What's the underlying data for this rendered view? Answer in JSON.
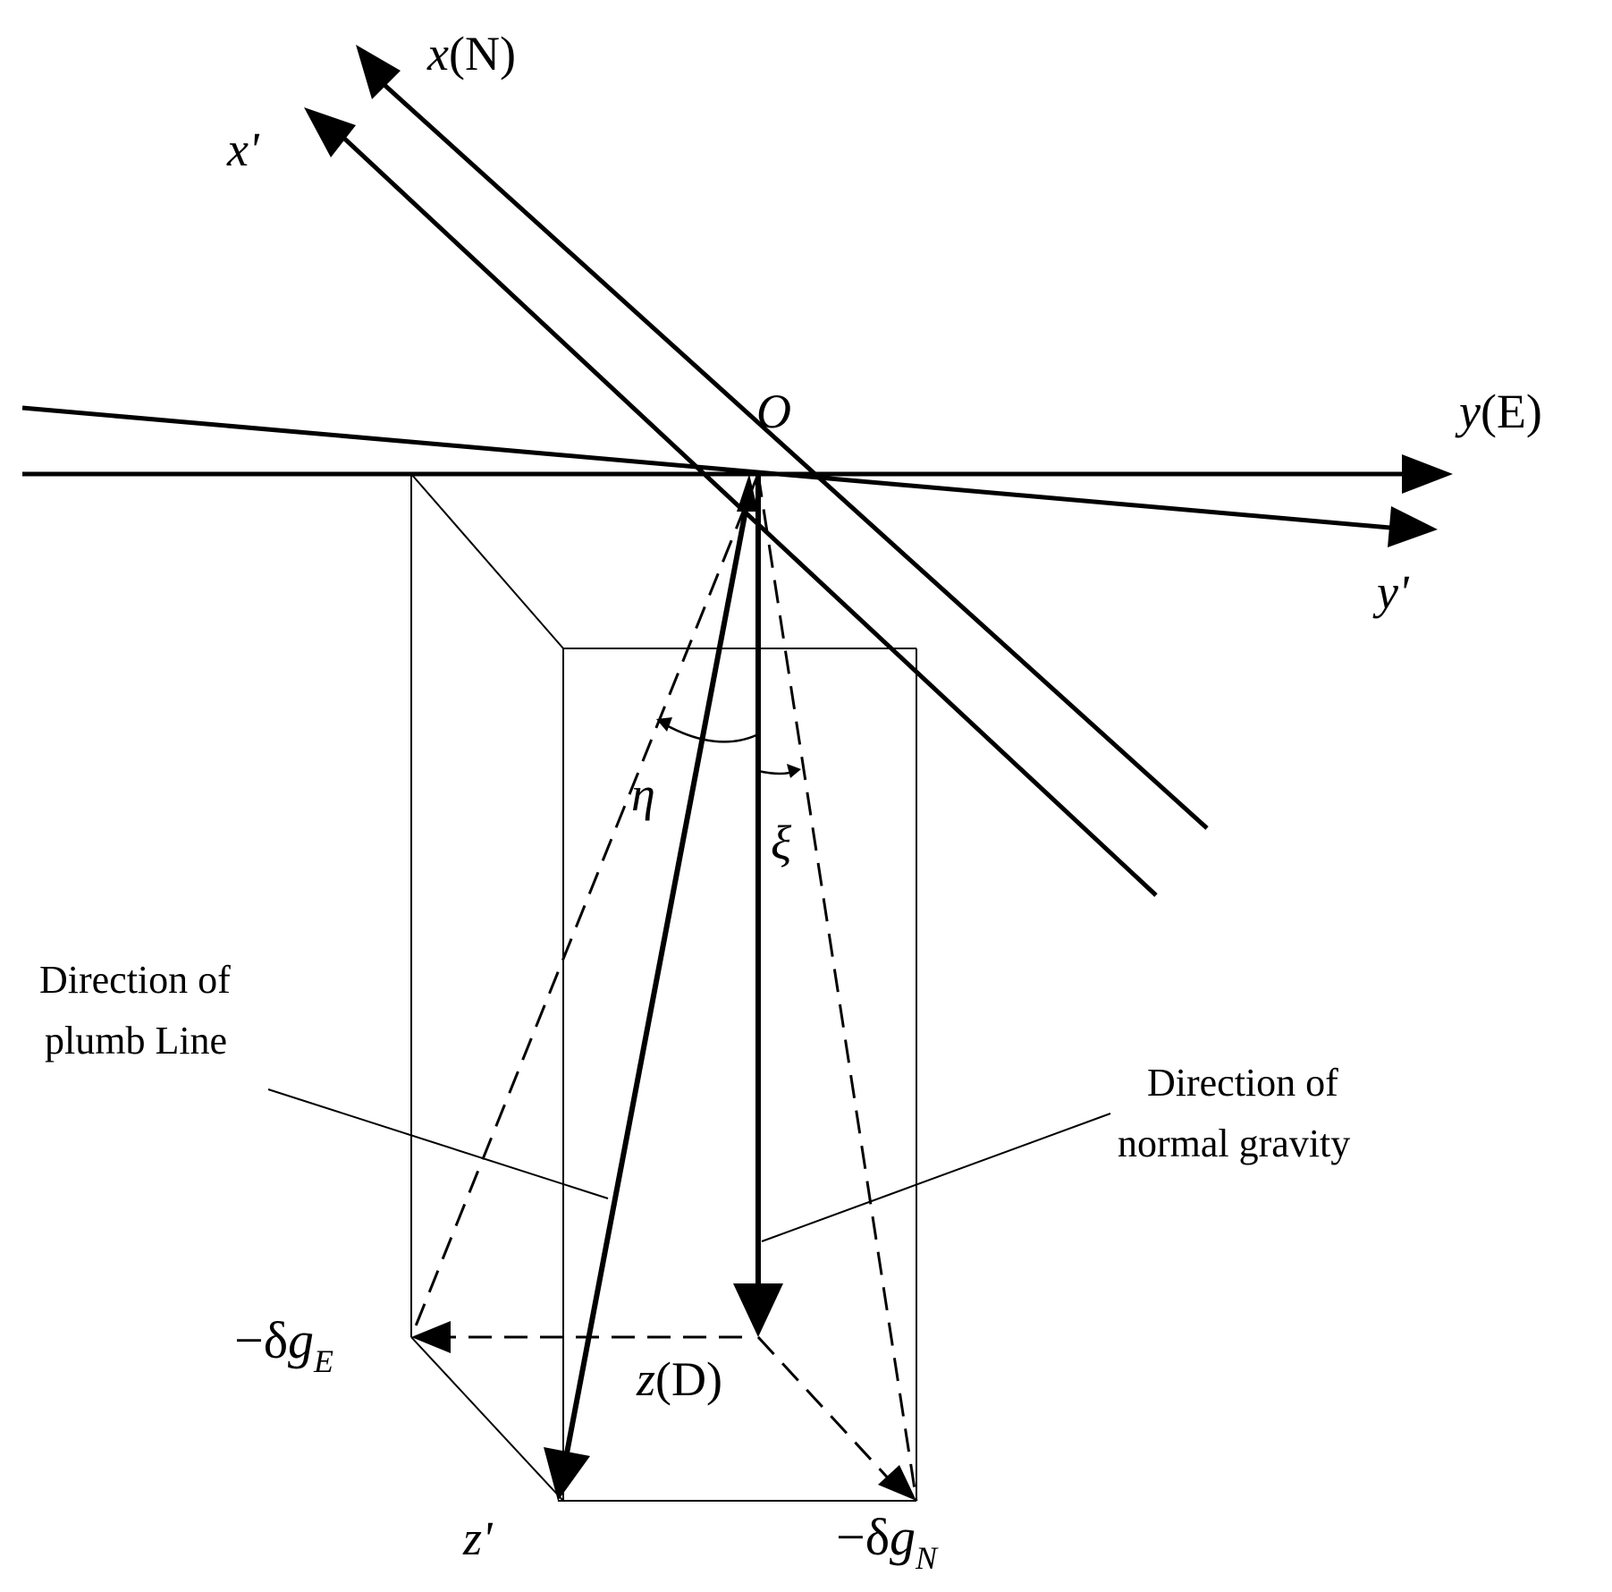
{
  "colors": {
    "stroke": "#000000",
    "background": "#ffffff"
  },
  "labels": {
    "x_axis": "x",
    "x_axis_paren": "(N)",
    "x_prime": "x'",
    "y_axis": "y",
    "y_axis_paren": "(E)",
    "y_prime": "y'",
    "origin": "O",
    "z_axis": "z",
    "z_axis_paren": "(D)",
    "z_prime": "z'",
    "eta": "η",
    "xi": "ξ",
    "minus_delta": "−δ",
    "g": "g",
    "sub_e": "E",
    "sub_n": "N"
  },
  "annotations": {
    "plumb_line": [
      "Direction of",
      "plumb Line"
    ],
    "normal_gravity": [
      "Direction of",
      "normal gravity"
    ]
  }
}
